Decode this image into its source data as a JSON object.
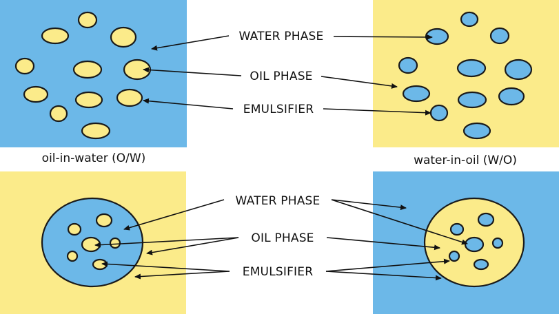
{
  "colors": {
    "water": "#6cb8e8",
    "oil": "#fbeb8a",
    "outline": "#1a1a1a"
  },
  "labels": {
    "water_phase": "WATER PHASE",
    "oil_phase": "OIL PHASE",
    "emulsifier": "EMULSIFIER"
  },
  "captions": {
    "oil_in_water": "oil-in-water (O/W)",
    "water_in_oil": "water-in-oil (W/O)"
  },
  "panels": [
    {
      "id": "ow-top",
      "background": "water",
      "droplet": "oil"
    },
    {
      "id": "wo-top",
      "background": "oil",
      "droplet": "water"
    },
    {
      "id": "ow-bottom",
      "background": "oil",
      "droplet": "water",
      "inner": "oil"
    },
    {
      "id": "wo-bottom",
      "background": "water",
      "droplet": "oil",
      "inner": "water"
    }
  ]
}
